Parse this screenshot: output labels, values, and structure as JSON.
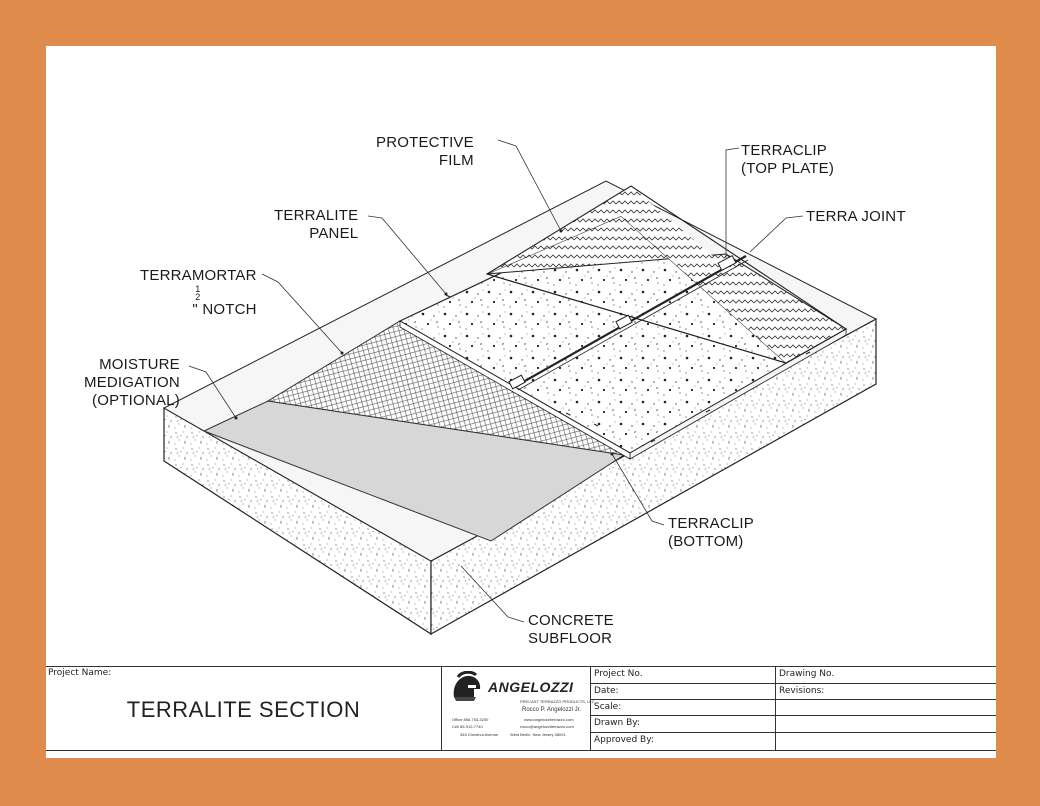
{
  "callouts": {
    "protective_film": [
      "PROTECTIVE",
      "FILM"
    ],
    "terraclip_top": [
      "TERRACLIP",
      "(TOP PLATE)"
    ],
    "terra_joint": "TERRA JOINT",
    "terralite_panel": [
      "TERRALITE",
      "PANEL"
    ],
    "terramortar": "TERRAMORTAR",
    "notch_fraction": {
      "num": "1",
      "den": "2"
    },
    "notch_text": "\" NOTCH",
    "moisture": [
      "MOISTURE",
      "MEDIGATION",
      "(OPTIONAL)"
    ],
    "terraclip_bottom": [
      "TERRACLIP",
      "(BOTTOM)"
    ],
    "concrete": [
      "CONCRETE",
      "SUBFLOOR"
    ]
  },
  "title_block": {
    "project_name_label": "Project Name:",
    "project_title": "TERRALITE SECTION",
    "logo": {
      "name": "ANGELOZZI",
      "company": "PRECAST TERRAZZO PRODUCTS, LLC",
      "person": "Rocco P. Angelozzi Jr.",
      "office": "Office 856-753-3200",
      "web": "www.angelozziterrazzo.com",
      "cell": "Cell 85-912-7740",
      "email": "rocco@angelozziterrazzo.com",
      "address_street": "345 Chestnut Avenue",
      "address_city": "West Berlin, New Jersey 08091"
    },
    "fields": {
      "project_no": "Project No.",
      "drawing_no": "Drawing No.",
      "date": "Date:",
      "revisions": "Revisions:",
      "scale": "Scale:",
      "drawn_by": "Drawn By:",
      "approved_by": "Approved By:"
    }
  }
}
